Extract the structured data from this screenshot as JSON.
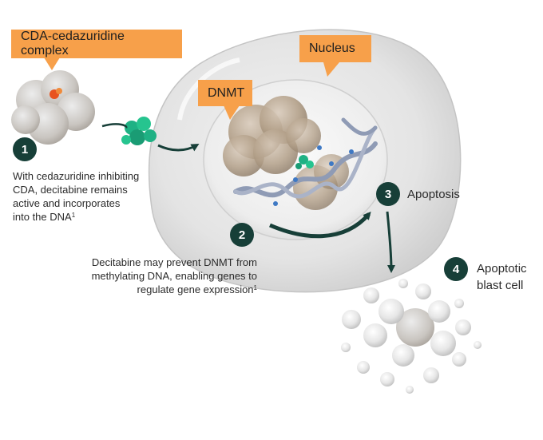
{
  "callouts": {
    "complex": "CDA-cedazuridine complex",
    "nucleus": "Nucleus",
    "dnmt": "DNMT"
  },
  "steps": [
    {
      "number": "1",
      "text": [
        "With cedazuridine inhibiting",
        "CDA, decitabine remains",
        "active and incorporates",
        "into the DNA"
      ],
      "footnote": "1"
    },
    {
      "number": "2",
      "text": [
        "Decitabine may prevent DNMT from",
        "methylating DNA, enabling genes to",
        "regulate gene expression"
      ],
      "footnote": "1"
    },
    {
      "number": "3",
      "label": "Apoptosis"
    },
    {
      "number": "4",
      "label_lines": [
        "Apoptotic",
        "blast cell"
      ]
    }
  ],
  "colors": {
    "callout": "#f7a04a",
    "badge": "#173f38",
    "arrow": "#173f38",
    "drug": "#1fb184"
  }
}
